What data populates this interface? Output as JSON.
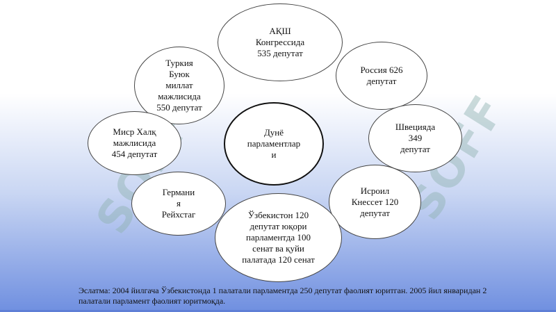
{
  "watermark": "SOFF",
  "center": {
    "label": "Дунё\nпарламентлар\nи"
  },
  "nodes": {
    "usa": "АҚШ\nКонгрессида\n535 депутат",
    "russia": "Россия 626\nдепутат",
    "turkey": "Туркия\nБуюк\nмиллат\nмажлисида\n550 депутат",
    "egypt": "Миср Халқ\nмажлисида\n454 депутат",
    "sweden": "Швецияда\n349\nдепутат",
    "germany": "Германи\nя\nРейхстаг",
    "israel": "Исроил\nКнессет 120\nдепутат",
    "uzbekistan": "Ўзбекистон 120\nдепутат юқори\nпарламентда 100\nсенат ва қуйи\nпалатада 120 сенат"
  },
  "footnote": "Эслатма: 2004 йилгача Ўзбекистонда 1 палатали парламентда 250 депутат фаолият юритган. 2005 йил январидан 2 палатали парламент фаолият юритмоқда."
}
